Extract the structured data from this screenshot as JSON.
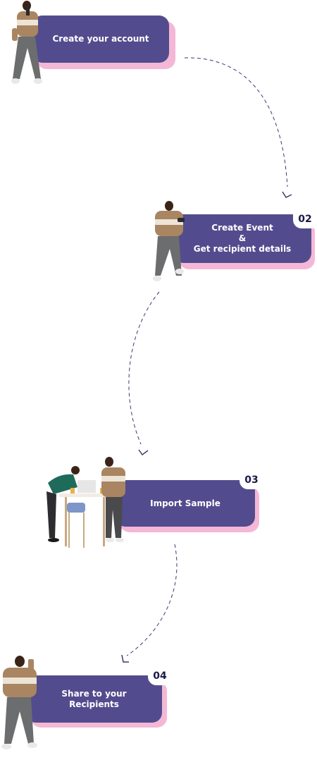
{
  "steps": [
    {
      "number": "",
      "lines": [
        "Create your account"
      ]
    },
    {
      "number": "02",
      "lines": [
        "Create Event",
        "&",
        "Get recipient details"
      ]
    },
    {
      "number": "03",
      "lines": [
        "Import Sample"
      ]
    },
    {
      "number": "04",
      "lines": [
        "Share to your",
        "Recipients"
      ]
    }
  ],
  "colors": {
    "card": "#524c8e",
    "card_shadow": "#f4b8d6",
    "number_text": "#1a1a46",
    "connector": "#3a3a70"
  },
  "icons": [
    "person-figure",
    "person-desk-illustration",
    "chevron-arrow-icon"
  ]
}
